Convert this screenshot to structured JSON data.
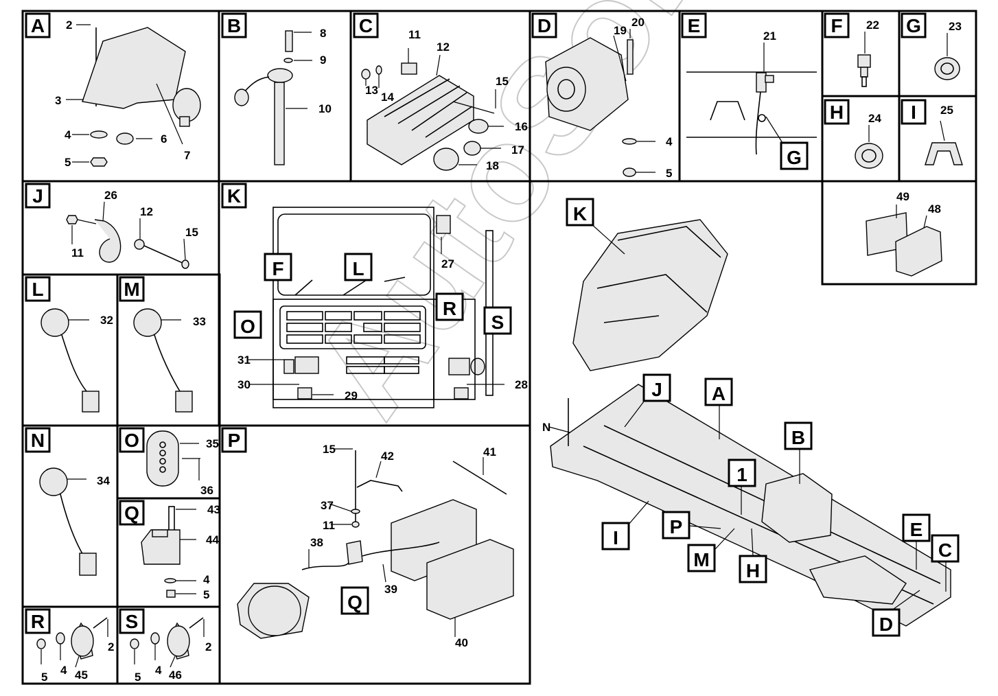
{
  "watermark": "AutoSoft",
  "panels": [
    {
      "key": "A",
      "letter": "A",
      "numbers": [
        "2",
        "3",
        "4",
        "5",
        "6",
        "7"
      ]
    },
    {
      "key": "B",
      "letter": "B",
      "numbers": [
        "8",
        "9",
        "10"
      ]
    },
    {
      "key": "C",
      "letter": "C",
      "numbers": [
        "11",
        "12",
        "13",
        "14",
        "15",
        "16",
        "17",
        "18"
      ]
    },
    {
      "key": "D",
      "letter": "D",
      "numbers": [
        "19",
        "20",
        "4",
        "5"
      ]
    },
    {
      "key": "E",
      "letter": "E",
      "numbers": [
        "21",
        "G"
      ]
    },
    {
      "key": "F",
      "letter": "F",
      "numbers": [
        "22"
      ]
    },
    {
      "key": "G",
      "letter": "G",
      "numbers": [
        "23"
      ]
    },
    {
      "key": "H",
      "letter": "H",
      "numbers": [
        "24"
      ]
    },
    {
      "key": "I",
      "letter": "I",
      "numbers": [
        "25"
      ]
    },
    {
      "key": "BR",
      "letter": "",
      "numbers": [
        "49",
        "48"
      ]
    },
    {
      "key": "J",
      "letter": "J",
      "numbers": [
        "26",
        "12",
        "11",
        "15"
      ]
    },
    {
      "key": "K",
      "letter": "K",
      "numbers": [
        "27",
        "F",
        "L",
        "R",
        "S",
        "O",
        "31",
        "30",
        "29",
        "28"
      ]
    },
    {
      "key": "L",
      "letter": "L",
      "numbers": [
        "32"
      ]
    },
    {
      "key": "M",
      "letter": "M",
      "numbers": [
        "33"
      ]
    },
    {
      "key": "N",
      "letter": "N",
      "numbers": [
        "34"
      ]
    },
    {
      "key": "O",
      "letter": "O",
      "numbers": [
        "35",
        "36"
      ]
    },
    {
      "key": "Q",
      "letter": "Q",
      "numbers": [
        "43",
        "44",
        "4",
        "5"
      ]
    },
    {
      "key": "R",
      "letter": "R",
      "numbers": [
        "2",
        "5",
        "4",
        "45"
      ]
    },
    {
      "key": "S",
      "letter": "S",
      "numbers": [
        "2",
        "5",
        "4",
        "46"
      ]
    },
    {
      "key": "P",
      "letter": "P",
      "numbers": [
        "15",
        "42",
        "41",
        "37",
        "11",
        "38",
        "Q",
        "39",
        "40"
      ]
    },
    {
      "key": "MAIN",
      "letter": "",
      "numbers": [
        "K",
        "J",
        "A",
        "B",
        "1",
        "N",
        "I",
        "P",
        "M",
        "H",
        "E",
        "C",
        "D"
      ]
    }
  ]
}
